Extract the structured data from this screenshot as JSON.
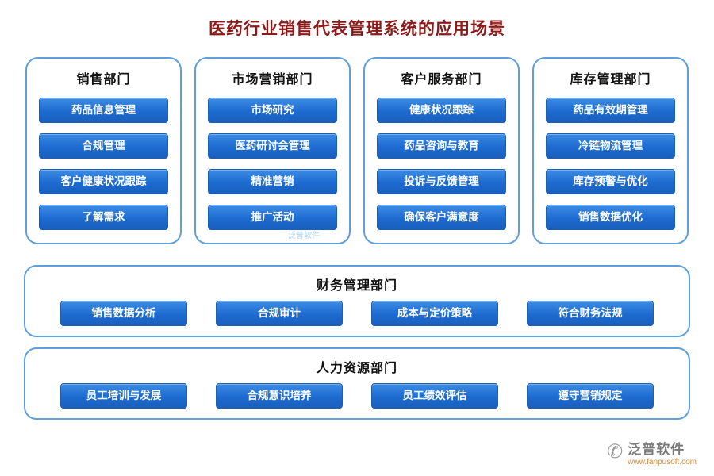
{
  "title": "医药行业销售代表管理系统的应用场景",
  "departments": [
    {
      "header": "销售部门",
      "items": [
        "药品信息管理",
        "合规管理",
        "客户健康状况跟踪",
        "了解需求"
      ]
    },
    {
      "header": "市场营销部门",
      "items": [
        "市场研究",
        "医药研讨会管理",
        "精准营销",
        "推广活动"
      ]
    },
    {
      "header": "客户服务部门",
      "items": [
        "健康状况跟踪",
        "药品咨询与教育",
        "投诉与反馈管理",
        "确保客户满意度"
      ]
    },
    {
      "header": "库存管理部门",
      "items": [
        "药品有效期管理",
        "冷链物流管理",
        "库存预警与优化",
        "销售数据优化"
      ]
    }
  ],
  "wide_sections": [
    {
      "header": "财务管理部门",
      "items": [
        "销售数据分析",
        "合规审计",
        "成本与定价策略",
        "符合财务法规"
      ]
    },
    {
      "header": "人力资源部门",
      "items": [
        "员工培训与发展",
        "合规意识培养",
        "员工绩效评估",
        "遵守营销规定"
      ]
    }
  ],
  "watermark": "泛普软件",
  "footer": {
    "phone_glyph": "✆",
    "brand": "泛普软件",
    "url": "www.fanpusoft.com"
  },
  "colors": {
    "title": "#8b1a1a",
    "card_border": "#5f9fdc",
    "button_accent": "#1d6bd0",
    "brand_gray": "#7a7a7a",
    "url_orange": "#d98b3f"
  }
}
